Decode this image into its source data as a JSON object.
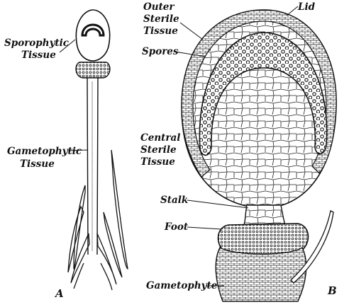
{
  "figure": {
    "panel_a": {
      "panel_letter": "A",
      "labels": {
        "sporophytic_line1": "Sporophytic",
        "sporophytic_line2": "Tissue",
        "gametophytic_line1": "Gametophytic",
        "gametophytic_line2": "Tissue"
      }
    },
    "panel_b": {
      "panel_letter": "B",
      "labels": {
        "outer_line1": "Outer",
        "outer_line2": "Sterile",
        "outer_line3": "Tissue",
        "lid": "Lid",
        "spores": "Spores",
        "central_line1": "Central",
        "central_line2": "Sterile",
        "central_line3": "Tissue",
        "stalk": "Stalk",
        "foot": "Foot",
        "gametophyte": "Gametophyte"
      }
    }
  }
}
